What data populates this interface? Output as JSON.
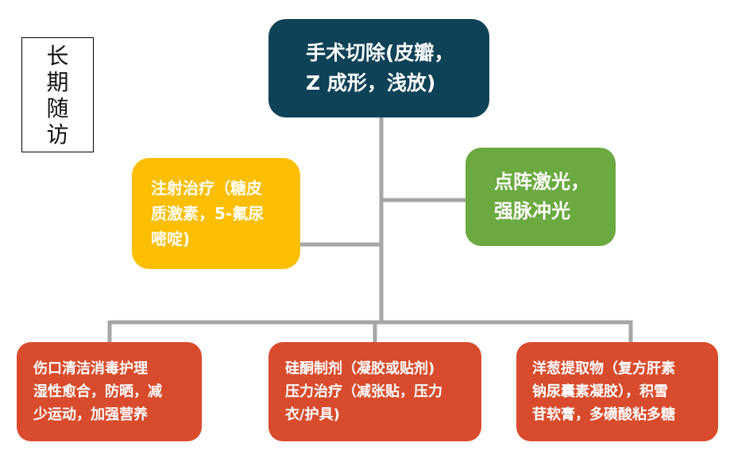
{
  "side_label": "长\n期\n随\n访",
  "nodes": {
    "top": "手术切除(皮瓣，\nZ 成形，浅放)",
    "left": "注射治疗（糖皮\n质激素，5-氟尿\n嘧啶)",
    "right": "点阵激光，\n强脉冲光",
    "bottom_left": "伤口清洁消毒护理\n湿性愈合，防晒，减\n少运动，加强营养",
    "bottom_center": "硅酮制剂（凝胶或贴剂)\n压力治疗（减张贴，压力\n衣/护具)",
    "bottom_right": "洋葱提取物（复方肝素\n钠尿囊素凝胶），积雪\n苷软膏，多磺酸粘多糖"
  },
  "colors": {
    "top": "#0e4257",
    "left": "#fbbe00",
    "right": "#6ba941",
    "bottom": "#d84c2d",
    "connector": "#a6a6a6"
  }
}
